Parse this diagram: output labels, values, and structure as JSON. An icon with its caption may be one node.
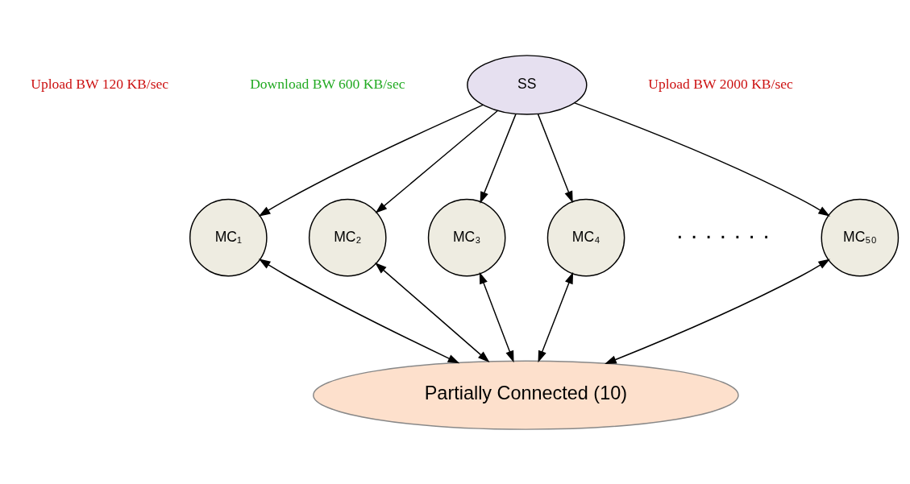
{
  "diagram": {
    "nodes": [
      {
        "text": [
          "SS"
        ]
      },
      {
        "text": [
          "MC₁"
        ]
      },
      {
        "text": [
          "MC₂"
        ]
      },
      {
        "text": [
          "MC₃"
        ]
      },
      {
        "text": [
          "MC₄"
        ]
      },
      {
        "text": [
          "MC₅₀"
        ]
      },
      {
        "text": [
          "Partially Connected (10)"
        ]
      }
    ],
    "edges": [
      {
        "from": 0,
        "to": 1,
        "arrow": "to"
      },
      {
        "from": 0,
        "to": 2,
        "arrow": "to"
      },
      {
        "from": 0,
        "to": 3,
        "arrow": "to"
      },
      {
        "from": 0,
        "to": 4,
        "arrow": "to"
      },
      {
        "from": 0,
        "to": 5,
        "arrow": "to"
      },
      {
        "from": 1,
        "to": 6,
        "arrow": "both"
      },
      {
        "from": 2,
        "to": 6,
        "arrow": "both"
      },
      {
        "from": 3,
        "to": 6,
        "arrow": "both"
      },
      {
        "from": 4,
        "to": 6,
        "arrow": "both"
      },
      {
        "from": 5,
        "to": 6,
        "arrow": "both"
      }
    ],
    "labels": [
      "Upload BW 2000 KB/sec",
      "Upload BW 120 KB/sec",
      "Download BW 600 KB/sec",
      "· · · · · · ·"
    ]
  }
}
